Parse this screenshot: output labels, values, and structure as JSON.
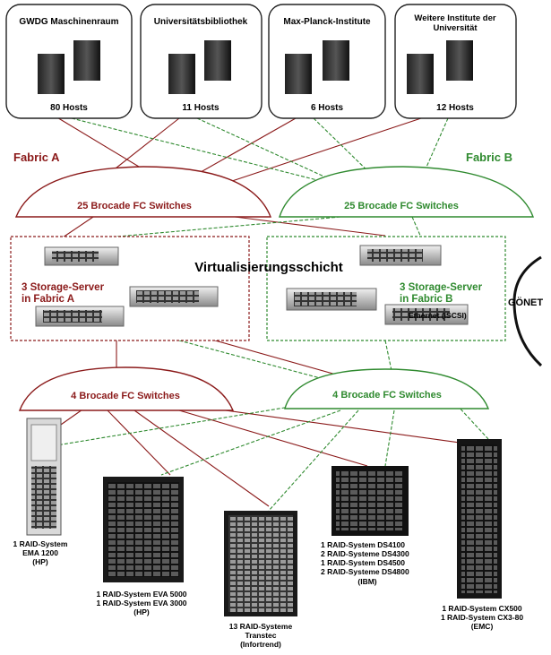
{
  "sites": [
    {
      "name": "GWDG Maschinenraum",
      "hosts": "80 Hosts"
    },
    {
      "name": "Universitätsbibliothek",
      "hosts": "11 Hosts"
    },
    {
      "name": "Max-Planck-Institute",
      "hosts": "6 Hosts"
    },
    {
      "name_line1": "Weitere Institute der",
      "name_line2": "Universität",
      "hosts": "12 Hosts"
    }
  ],
  "fabric_a_label": "Fabric A",
  "fabric_b_label": "Fabric B",
  "top_switches": {
    "a": "25 Brocade FC Switches",
    "b": "25 Brocade FC Switches"
  },
  "virtualization_label": "Virtualisierungsschicht",
  "storage_a": {
    "line1": "3 Storage-Server",
    "line2": "in Fabric A"
  },
  "storage_b": {
    "line1": "3 Storage-Server",
    "line2": "in Fabric B"
  },
  "ethernet_label": "Ethernet (iSCSI)",
  "network_label": "GÖNET",
  "bottom_switches": {
    "a": "4 Brocade FC Switches",
    "b": "4 Brocade FC Switches"
  },
  "raid": {
    "hp_ema": [
      "1 RAID-System",
      "EMA 1200",
      "(HP)"
    ],
    "hp_eva": [
      "1 RAID-System EVA 5000",
      "1 RAID-System EVA 3000",
      "(HP)"
    ],
    "transtec": [
      "13 RAID-Systeme",
      "Transtec",
      "(Infortrend)"
    ],
    "ibm": [
      "1 RAID-System   DS4100",
      "2 RAID-Systeme  DS4300",
      "1 RAID-System   DS4500",
      "2 RAID-Systeme  DS4800",
      "(IBM)"
    ],
    "emc": [
      "1 RAID-System CX500",
      "1 RAID-System CX3-80",
      "(EMC)"
    ]
  },
  "colors": {
    "fabric_a": "#8b1a1a",
    "fabric_b": "#2f8a2f",
    "text": "#111111"
  }
}
